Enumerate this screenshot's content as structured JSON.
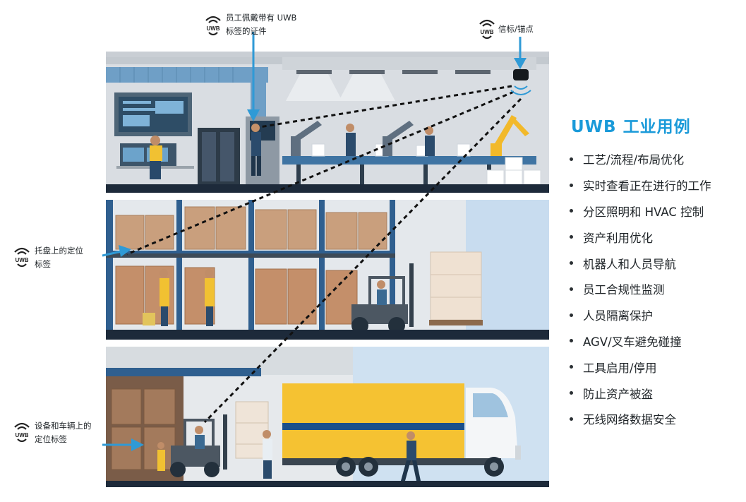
{
  "callouts": {
    "badge_label": "UWB",
    "employee_tag_line1": "员工佩戴带有 UWB",
    "employee_tag_line2": "标签的证件",
    "anchor": "信标/锚点",
    "pallet_tag_line1": "托盘上的定位",
    "pallet_tag_line2": "标签",
    "vehicle_tag_line1": "设备和车辆上的",
    "vehicle_tag_line2": "定位标签"
  },
  "panel": {
    "title": "UWB 工业用例",
    "items": [
      "工艺/流程/布局优化",
      "实时查看正在进行的工作",
      "分区照明和 HVAC 控制",
      "资产利用优化",
      "机器人和人员导航",
      "员工合规性监测",
      "人员隔离保护",
      "AGV/叉车避免碰撞",
      "工具启用/停用",
      "防止资产被盗",
      "无线网络数据安全"
    ]
  },
  "colors": {
    "accent": "#1a9ad9",
    "arrow": "#2f9ad6",
    "truck_yellow": "#f5c232",
    "truck_stripe": "#1b4f8a",
    "floor": "#1d2a3a"
  }
}
